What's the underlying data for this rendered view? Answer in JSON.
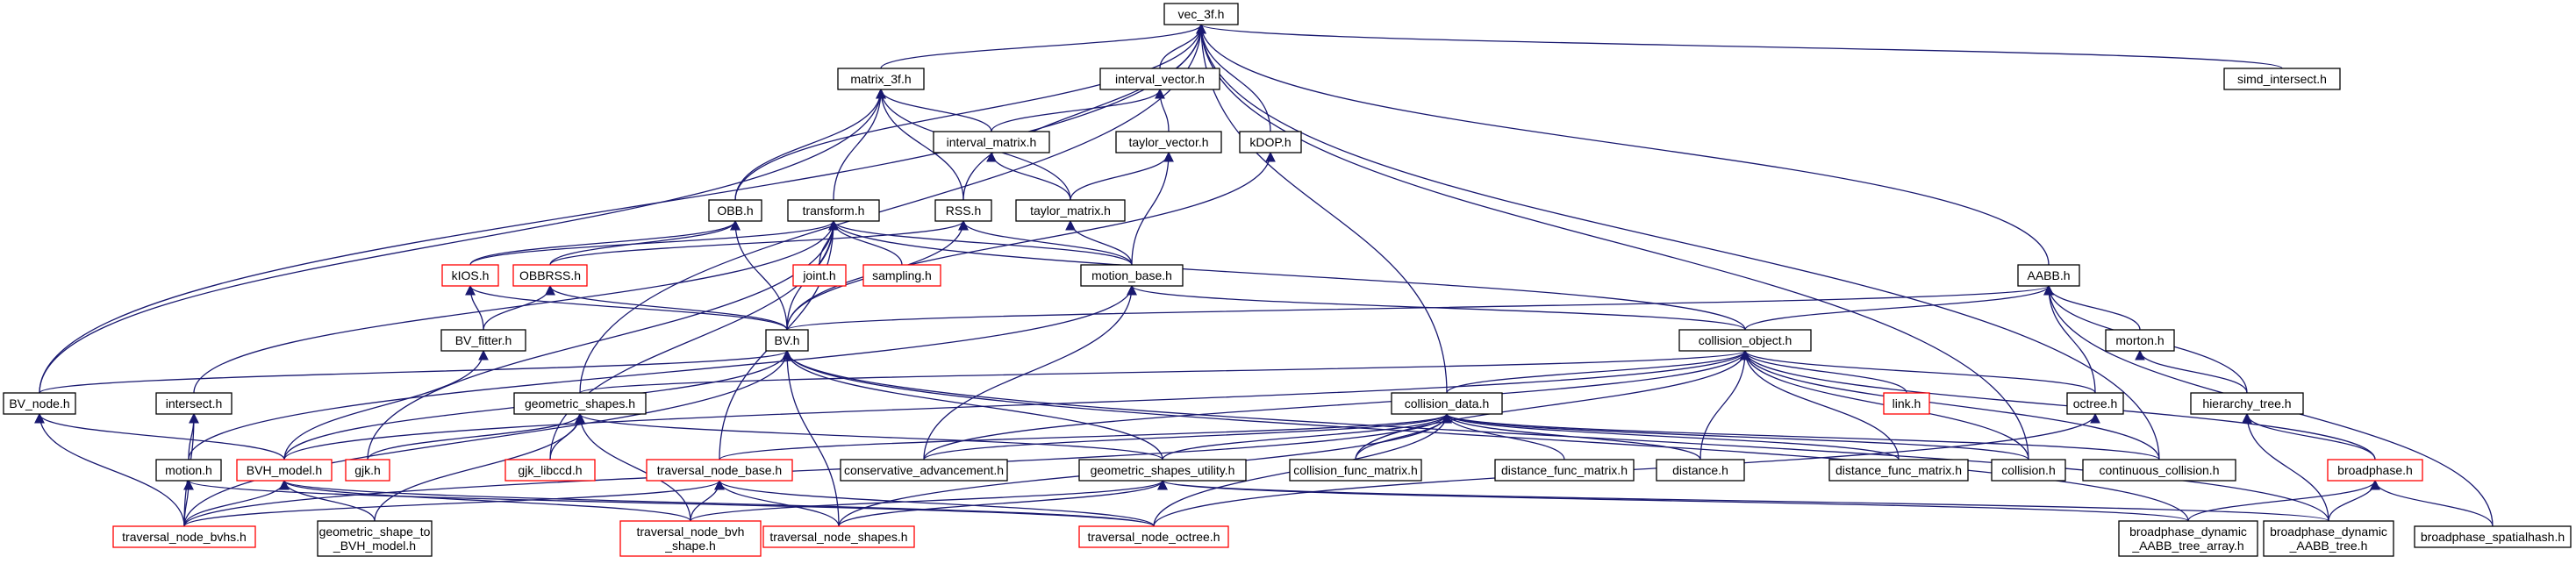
{
  "colors": {
    "edge": "#191970",
    "box_normal": "#000000",
    "box_truncated": "#ff0000",
    "box_root_fill": "#bfbfbf",
    "background": "#ffffff"
  },
  "nodes": [
    {
      "id": "vec3f",
      "label": "vec_3f.h",
      "root": true
    },
    {
      "id": "matrix3f",
      "label": "matrix_3f.h"
    },
    {
      "id": "intervalvector",
      "label": "interval_vector.h"
    },
    {
      "id": "simd",
      "label": "simd_intersect.h"
    },
    {
      "id": "intervalmatrix",
      "label": "interval_matrix.h"
    },
    {
      "id": "taylorvector",
      "label": "taylor_vector.h"
    },
    {
      "id": "kdop",
      "label": "kDOP.h"
    },
    {
      "id": "obb",
      "label": "OBB.h"
    },
    {
      "id": "transform",
      "label": "transform.h"
    },
    {
      "id": "rss",
      "label": "RSS.h"
    },
    {
      "id": "taylormatrix",
      "label": "taylor_matrix.h"
    },
    {
      "id": "kios",
      "label": "kIOS.h",
      "red": true
    },
    {
      "id": "obbrss",
      "label": "OBBRSS.h",
      "red": true
    },
    {
      "id": "joint",
      "label": "joint.h",
      "red": true
    },
    {
      "id": "sampling",
      "label": "sampling.h",
      "red": true
    },
    {
      "id": "motionbase",
      "label": "motion_base.h"
    },
    {
      "id": "aabb",
      "label": "AABB.h"
    },
    {
      "id": "bvfitter",
      "label": "BV_fitter.h"
    },
    {
      "id": "bv",
      "label": "BV.h"
    },
    {
      "id": "collisionobject",
      "label": "collision_object.h"
    },
    {
      "id": "morton",
      "label": "morton.h"
    },
    {
      "id": "bvnode",
      "label": "BV_node.h"
    },
    {
      "id": "intersect",
      "label": "intersect.h"
    },
    {
      "id": "geomshapes",
      "label": "geometric_shapes.h"
    },
    {
      "id": "collisiondata",
      "label": "collision_data.h"
    },
    {
      "id": "link",
      "label": "link.h",
      "red": true
    },
    {
      "id": "octree",
      "label": "octree.h"
    },
    {
      "id": "hierarchytree",
      "label": "hierarchy_tree.h"
    },
    {
      "id": "motion",
      "label": "motion.h"
    },
    {
      "id": "bvhmodel",
      "label": "BVH_model.h",
      "red": true
    },
    {
      "id": "gjk",
      "label": "gjk.h",
      "red": true
    },
    {
      "id": "gjklibccd",
      "label": "gjk_libccd.h",
      "red": true
    },
    {
      "id": "travnodebase",
      "label": "traversal_node_base.h",
      "red": true
    },
    {
      "id": "consadv",
      "label": "conservative_advancement.h"
    },
    {
      "id": "geomutil",
      "label": "geometric_shapes_utility.h"
    },
    {
      "id": "colfuncmatrix",
      "label": "collision_func_matrix.h"
    },
    {
      "id": "distfuncmatrix1",
      "label": "distance_func_matrix.h"
    },
    {
      "id": "distance",
      "label": "distance.h"
    },
    {
      "id": "distfuncmatrix2",
      "label": "distance_func_matrix.h"
    },
    {
      "id": "collision",
      "label": "collision.h"
    },
    {
      "id": "contcollision",
      "label": "continuous_collision.h"
    },
    {
      "id": "broadphase",
      "label": "broadphase.h",
      "red": true
    },
    {
      "id": "travbvhs",
      "label": "traversal_node_bvhs.h",
      "red": true
    },
    {
      "id": "geomtobvh",
      "label": "geometric_shape_to\n_BVH_model.h"
    },
    {
      "id": "travbvhshape",
      "label": "traversal_node_bvh\n_shape.h",
      "red": true
    },
    {
      "id": "travshapes",
      "label": "traversal_node_shapes.h",
      "red": true
    },
    {
      "id": "travoctree",
      "label": "traversal_node_octree.h",
      "red": true
    },
    {
      "id": "bpdynarray",
      "label": "broadphase_dynamic\n_AABB_tree_array.h"
    },
    {
      "id": "bpdyntree",
      "label": "broadphase_dynamic\n_AABB_tree.h"
    },
    {
      "id": "bpspatial",
      "label": "broadphase_spatialhash.h"
    }
  ],
  "edges": [
    [
      "matrix3f",
      "vec3f"
    ],
    [
      "intervalvector",
      "vec3f"
    ],
    [
      "simd",
      "vec3f"
    ],
    [
      "kdop",
      "vec3f"
    ],
    [
      "obb",
      "vec3f"
    ],
    [
      "rss",
      "vec3f"
    ],
    [
      "aabb",
      "vec3f"
    ],
    [
      "bvnode",
      "vec3f"
    ],
    [
      "geomshapes",
      "vec3f"
    ],
    [
      "collisiondata",
      "vec3f"
    ],
    [
      "collision",
      "vec3f"
    ],
    [
      "contcollision",
      "vec3f"
    ],
    [
      "intervalmatrix",
      "matrix3f"
    ],
    [
      "obb",
      "matrix3f"
    ],
    [
      "transform",
      "matrix3f"
    ],
    [
      "rss",
      "matrix3f"
    ],
    [
      "taylormatrix",
      "matrix3f"
    ],
    [
      "bvnode",
      "matrix3f"
    ],
    [
      "intervalmatrix",
      "intervalvector"
    ],
    [
      "taylorvector",
      "intervalvector"
    ],
    [
      "taylormatrix",
      "intervalmatrix"
    ],
    [
      "taylormatrix",
      "taylorvector"
    ],
    [
      "motionbase",
      "taylorvector"
    ],
    [
      "bv",
      "kdop"
    ],
    [
      "motionbase",
      "taylormatrix"
    ],
    [
      "kios",
      "obb"
    ],
    [
      "obbrss",
      "obb"
    ],
    [
      "bv",
      "obb"
    ],
    [
      "obbrss",
      "rss"
    ],
    [
      "bv",
      "rss"
    ],
    [
      "motionbase",
      "rss"
    ],
    [
      "kios",
      "transform"
    ],
    [
      "joint",
      "transform"
    ],
    [
      "sampling",
      "transform"
    ],
    [
      "motionbase",
      "transform"
    ],
    [
      "bv",
      "transform"
    ],
    [
      "collisionobject",
      "transform"
    ],
    [
      "intersect",
      "transform"
    ],
    [
      "gjk",
      "transform"
    ],
    [
      "gjklibccd",
      "transform"
    ],
    [
      "travnodebase",
      "transform"
    ],
    [
      "bvfitter",
      "kios"
    ],
    [
      "bv",
      "kios"
    ],
    [
      "bvfitter",
      "obbrss"
    ],
    [
      "bv",
      "obbrss"
    ],
    [
      "collisionobject",
      "motionbase"
    ],
    [
      "motion",
      "motionbase"
    ],
    [
      "consadv",
      "motionbase"
    ],
    [
      "bv",
      "aabb"
    ],
    [
      "collisionobject",
      "aabb"
    ],
    [
      "morton",
      "aabb"
    ],
    [
      "octree",
      "aabb"
    ],
    [
      "hierarchytree",
      "aabb"
    ],
    [
      "bpspatial",
      "aabb"
    ],
    [
      "bvhmodel",
      "bvfitter"
    ],
    [
      "bvnode",
      "bv"
    ],
    [
      "bvhmodel",
      "bv"
    ],
    [
      "travbvhs",
      "bv"
    ],
    [
      "geomutil",
      "bv"
    ],
    [
      "travshapes",
      "bv"
    ],
    [
      "bpdynarray",
      "bv"
    ],
    [
      "bpdyntree",
      "bv"
    ],
    [
      "geomshapes",
      "collisionobject"
    ],
    [
      "collisiondata",
      "collisionobject"
    ],
    [
      "link",
      "collisionobject"
    ],
    [
      "octree",
      "collisionobject"
    ],
    [
      "broadphase",
      "collisionobject"
    ],
    [
      "consadv",
      "collisionobject"
    ],
    [
      "colfuncmatrix",
      "collisionobject"
    ],
    [
      "distance",
      "collisionobject"
    ],
    [
      "distfuncmatrix2",
      "collisionobject"
    ],
    [
      "collision",
      "collisionobject"
    ],
    [
      "contcollision",
      "collisionobject"
    ],
    [
      "bvhmodel",
      "collisionobject"
    ],
    [
      "hierarchytree",
      "morton"
    ],
    [
      "broadphase",
      "hierarchytree"
    ],
    [
      "bpdyntree",
      "hierarchytree"
    ],
    [
      "bvhmodel",
      "bvnode"
    ],
    [
      "travbvhs",
      "bvnode"
    ],
    [
      "motion",
      "intersect"
    ],
    [
      "travbvhs",
      "intersect"
    ],
    [
      "gjk",
      "geomshapes"
    ],
    [
      "gjklibccd",
      "geomshapes"
    ],
    [
      "geomtobvh",
      "geomshapes"
    ],
    [
      "geomutil",
      "geomshapes"
    ],
    [
      "travbvhshape",
      "geomshapes"
    ],
    [
      "travnodebase",
      "collisiondata"
    ],
    [
      "consadv",
      "collisiondata"
    ],
    [
      "geomutil",
      "collisiondata"
    ],
    [
      "colfuncmatrix",
      "collisiondata"
    ],
    [
      "distfuncmatrix1",
      "collisiondata"
    ],
    [
      "distance",
      "collisiondata"
    ],
    [
      "distfuncmatrix2",
      "collisiondata"
    ],
    [
      "collision",
      "collisiondata"
    ],
    [
      "contcollision",
      "collisiondata"
    ],
    [
      "travoctree",
      "collisiondata"
    ],
    [
      "travbvhs",
      "collisiondata"
    ],
    [
      "travshapes",
      "collisiondata"
    ],
    [
      "travoctree",
      "octree"
    ],
    [
      "bpdynarray",
      "broadphase"
    ],
    [
      "bpdyntree",
      "broadphase"
    ],
    [
      "bpspatial",
      "broadphase"
    ],
    [
      "travbvhs",
      "motion"
    ],
    [
      "travoctree",
      "motion"
    ],
    [
      "travbvhs",
      "bvhmodel"
    ],
    [
      "geomtobvh",
      "bvhmodel"
    ],
    [
      "travbvhshape",
      "bvhmodel"
    ],
    [
      "travoctree",
      "bvhmodel"
    ],
    [
      "travbvhs",
      "travnodebase"
    ],
    [
      "travbvhshape",
      "travnodebase"
    ],
    [
      "travshapes",
      "travnodebase"
    ],
    [
      "travoctree",
      "travnodebase"
    ],
    [
      "travbvhshape",
      "geomutil"
    ],
    [
      "travshapes",
      "geomutil"
    ],
    [
      "bpdynarray",
      "geomutil"
    ],
    [
      "bpdyntree",
      "geomutil"
    ]
  ]
}
